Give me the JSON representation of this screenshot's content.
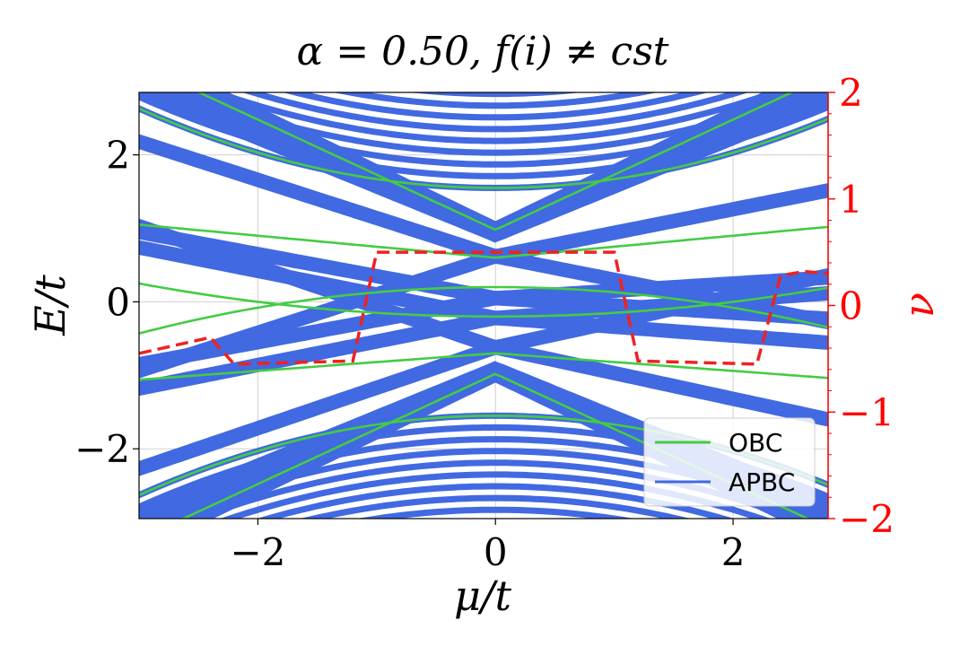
{
  "chart_data": {
    "type": "line",
    "title": "α = 0.50, f(i) ≠ cst",
    "xlabel": "μ/t",
    "ylabel": "E/t",
    "y2label": "ν",
    "xlim": [
      -3,
      2.8
    ],
    "ylim": [
      -2.95,
      2.85
    ],
    "y2lim": [
      -2,
      2
    ],
    "xticks": [
      -2,
      0,
      2
    ],
    "xtick_labels": [
      "−2",
      "0",
      "2"
    ],
    "yticks": [
      -2,
      0,
      2
    ],
    "ytick_labels": [
      "−2",
      "0",
      "2"
    ],
    "y2ticks": [
      -2,
      -1,
      0,
      1,
      2
    ],
    "y2tick_labels": [
      "−2",
      "−1",
      "0",
      "1",
      "2"
    ],
    "grid": true,
    "legend": {
      "position": "bottom-right",
      "entries": [
        {
          "label": "OBC",
          "color": "#44cc44"
        },
        {
          "label": "APBC",
          "color": "#4169e1"
        }
      ]
    },
    "colors": {
      "obc": "#44cc44",
      "apbc": "#4169e1",
      "nu": "#ee2222",
      "axis2": "#ff0000"
    },
    "series": [
      {
        "name": "ν",
        "axis": "right",
        "style": "dashed",
        "x": [
          -3.0,
          -2.4,
          -2.2,
          -1.2,
          -1.0,
          1.0,
          1.2,
          2.2,
          2.4,
          2.6,
          2.8
        ],
        "y": [
          -0.45,
          -0.3,
          -0.55,
          -0.52,
          0.5,
          0.5,
          -0.52,
          -0.55,
          0.28,
          0.32,
          0.3
        ]
      }
    ]
  }
}
